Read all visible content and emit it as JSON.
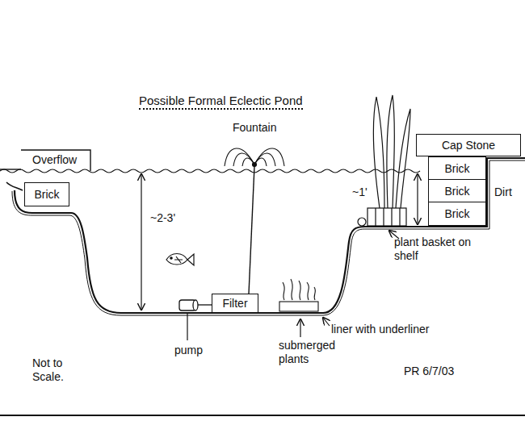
{
  "diagram": {
    "title": "Possible Formal Eclectic Pond",
    "nodes": [
      {
        "text": [
          "Cap Stone"
        ]
      },
      {
        "text": [
          "Brick"
        ]
      },
      {
        "text": [
          "Brick"
        ]
      },
      {
        "text": [
          "Brick"
        ]
      },
      {
        "text": [
          "Brick"
        ]
      },
      {
        "text": [
          "Filter"
        ]
      }
    ],
    "labels": [
      "Overflow",
      "Fountain",
      "~2-3'",
      "~1'",
      "Dirt",
      "plant basket on shelf",
      "liner with underliner",
      "submerged plants",
      "pump",
      "Not to Scale.",
      "PR 6/7/03"
    ]
  }
}
